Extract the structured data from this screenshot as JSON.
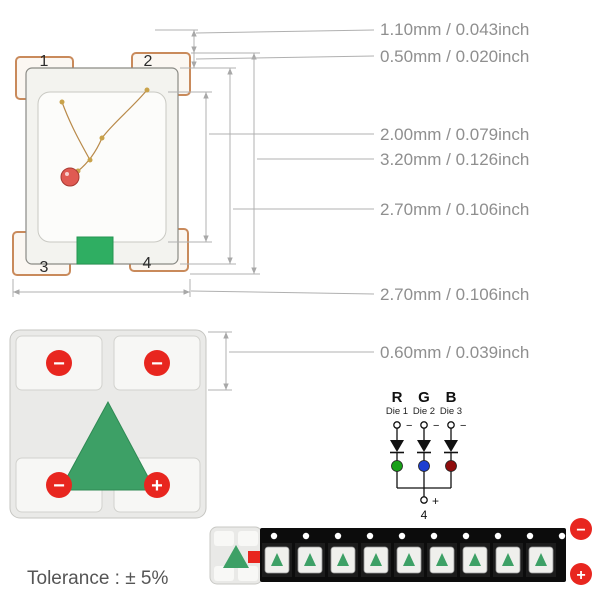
{
  "product": {
    "tolerance_text": "Tolerance : ± 5%"
  },
  "top_view": {
    "pins": [
      "1",
      "2",
      "3",
      "4"
    ]
  },
  "dimension_labels": [
    "1.10mm / 0.043inch",
    "0.50mm / 0.020inch",
    "2.00mm / 0.079inch",
    "3.20mm / 0.126inch",
    "2.70mm / 0.106inch",
    "2.70mm / 0.106inch",
    "0.60mm / 0.039inch"
  ],
  "bottom_view": {
    "minus_glyph": "−",
    "plus_glyph": "+"
  },
  "schematic": {
    "channels": [
      {
        "letter": "R",
        "die_label": "Die 1",
        "polarity": "−",
        "dot_color": "#18a018"
      },
      {
        "letter": "G",
        "die_label": "Die 2",
        "polarity": "−",
        "dot_color": "#1d3fd1"
      },
      {
        "letter": "B",
        "die_label": "Die 3",
        "polarity": "−",
        "dot_color": "#8f0d0d"
      }
    ],
    "common_plus": "+",
    "common_pin": "4"
  },
  "tape_legend": {
    "minus_glyph": "−",
    "plus_glyph": "+"
  },
  "colors": {
    "accent_red": "#e8261f",
    "led_green": "#3da066",
    "copper": "#c98a5b"
  }
}
